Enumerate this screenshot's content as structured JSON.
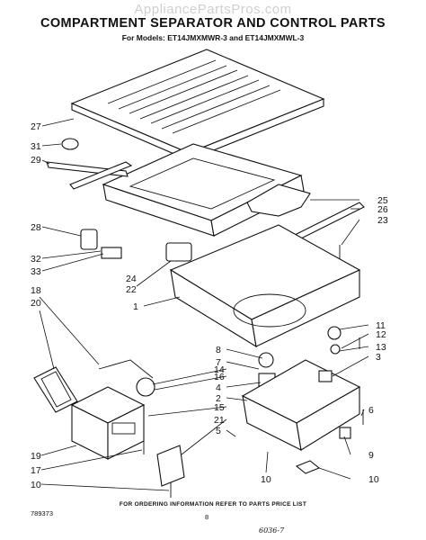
{
  "watermark": "AppliancePartsPros.com",
  "title": "COMPARTMENT SEPARATOR AND CONTROL PARTS",
  "subtitle": "For Models: ET14JMXMWR-3 and ET14JMXMWL-3",
  "footer": "FOR ORDERING INFORMATION REFER TO PARTS PRICE LIST",
  "page_number": "8",
  "part_code": "789373",
  "handwritten_note": "6036-7",
  "callouts": [
    "27",
    "31",
    "29",
    "28",
    "32",
    "33",
    "24",
    "22",
    "1",
    "18",
    "20",
    "19",
    "17",
    "10",
    "25",
    "26",
    "23",
    "11",
    "12",
    "13",
    "3",
    "8",
    "7",
    "14",
    "16",
    "4",
    "2",
    "15",
    "21",
    "5",
    "10",
    "6",
    "9",
    "10"
  ]
}
